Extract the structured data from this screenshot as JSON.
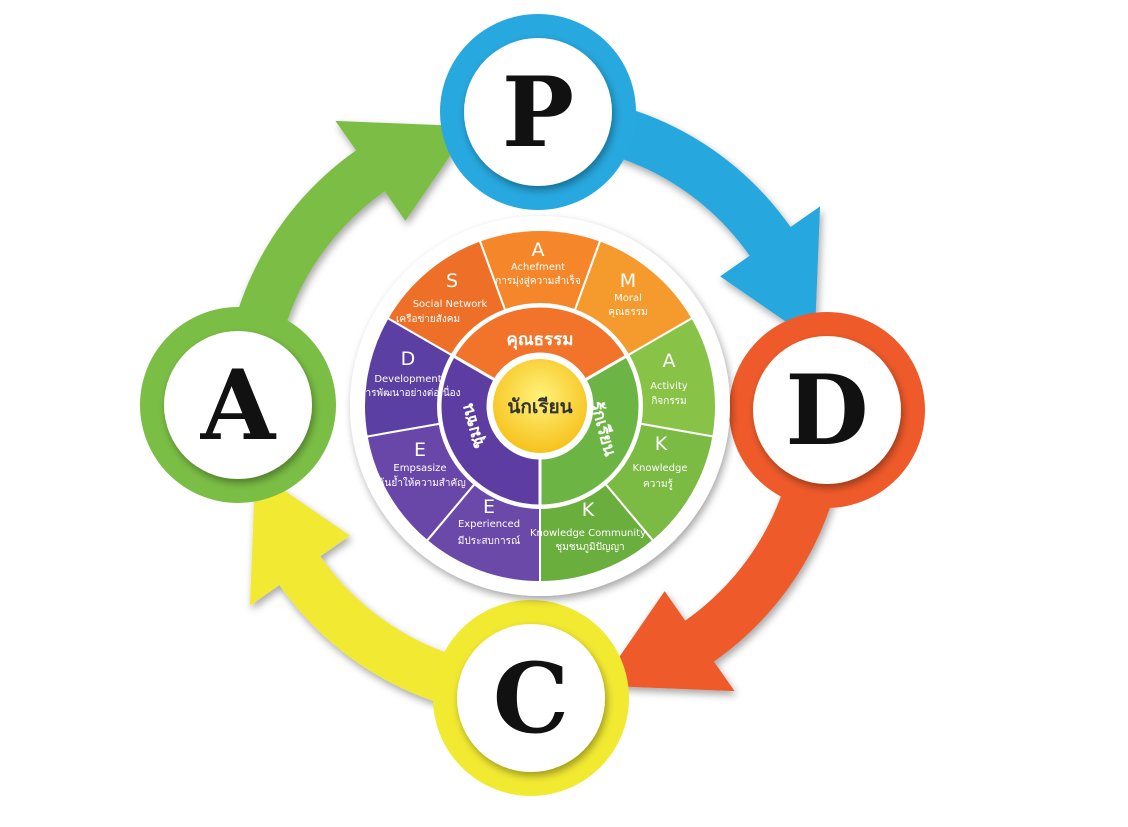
{
  "cycle": [
    {
      "key": "p",
      "letter": "P",
      "color": "#27a8df"
    },
    {
      "key": "d",
      "letter": "D",
      "color": "#ef5a2a"
    },
    {
      "key": "c",
      "letter": "C",
      "color": "#f2ea31"
    },
    {
      "key": "a",
      "letter": "A",
      "color": "#7bbe45"
    }
  ],
  "center": {
    "label": "นักเรียน"
  },
  "ring": [
    {
      "key": "morality",
      "label": "คุณธรรม",
      "color": "#f1742a"
    },
    {
      "key": "love-learning",
      "label": "รักเรียน",
      "color": "#6cb544"
    },
    {
      "key": "community",
      "label": "ชุมชน",
      "color": "#5e3da2"
    }
  ],
  "segments": [
    {
      "key": "achievement",
      "letter": "A",
      "en": "Achefment",
      "th": "การมุ่งสู่ความสำเร็จ",
      "color": "#f6862a"
    },
    {
      "key": "moral",
      "letter": "M",
      "en": "Moral",
      "th": "คุณธรรม",
      "color": "#f59a2c"
    },
    {
      "key": "activity",
      "letter": "A",
      "en": "Activity",
      "th": "กิจกรรม",
      "color": "#88c247"
    },
    {
      "key": "knowledge",
      "letter": "K",
      "en": "Knowledge",
      "th": "ความรู้",
      "color": "#7bba43"
    },
    {
      "key": "knowledge-community",
      "letter": "K",
      "en": "Knowledge Community",
      "th": "ชุมชนภูมิปัญญา",
      "color": "#6aae3e"
    },
    {
      "key": "experienced",
      "letter": "E",
      "en": "Experienced",
      "th": "มีประสบการณ์",
      "color": "#6b49a8"
    },
    {
      "key": "empsasize",
      "letter": "E",
      "en": "Empsasize",
      "th": "เน้นย้ำให้ความสำคัญ",
      "color": "#6847a9"
    },
    {
      "key": "development",
      "letter": "D",
      "en": "Development",
      "th": "การพัฒนาอย่างต่อเนื่อง",
      "color": "#5c3fa3"
    },
    {
      "key": "social-network",
      "letter": "S",
      "en": "Social Network",
      "th": "เครือข่ายสังคม",
      "color": "#ee7028"
    }
  ]
}
